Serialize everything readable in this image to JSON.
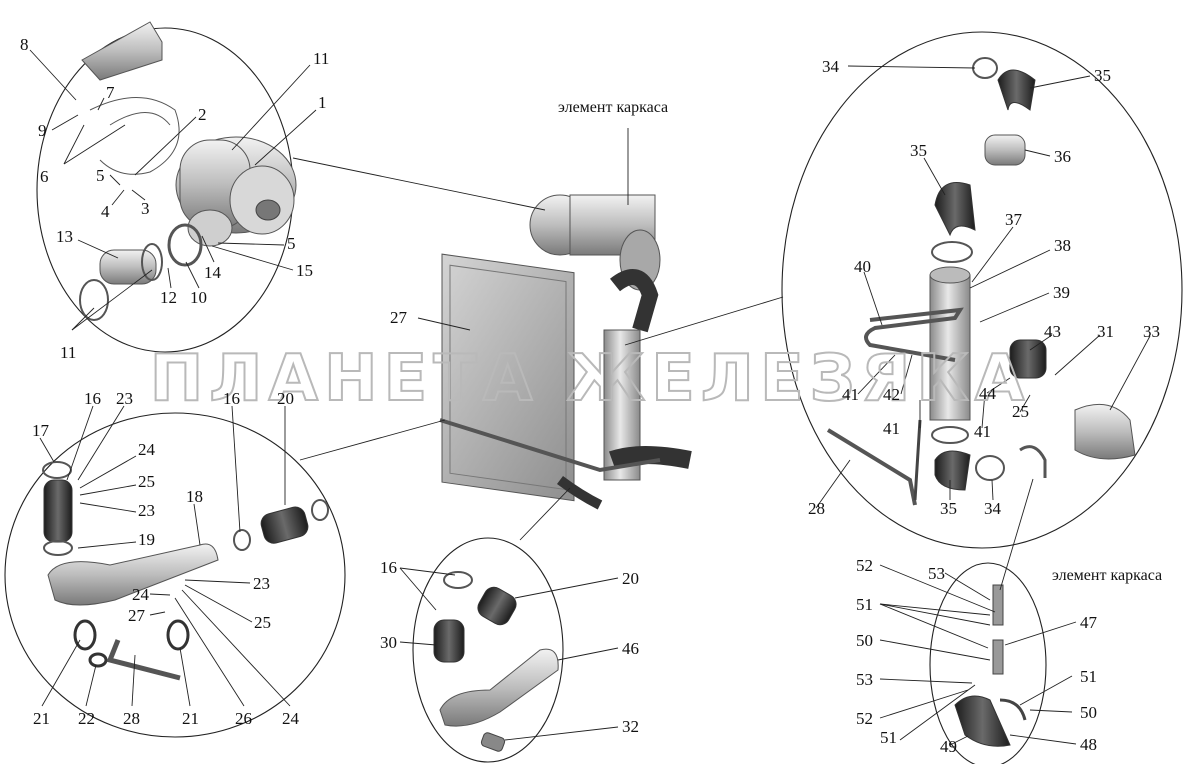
{
  "captions": {
    "frame_top": "элемент каркаса",
    "frame_right": "элемент каркаса"
  },
  "watermark": "ПЛАНЕТА ЖЕЛЕЗЯКА",
  "labels": {
    "air_filter": [
      "8",
      "7",
      "9",
      "6",
      "2",
      "5",
      "4",
      "3",
      "11",
      "1",
      "13",
      "14",
      "5",
      "15",
      "12",
      "10",
      "11"
    ],
    "air_duct": [
      "34",
      "35",
      "35",
      "36",
      "37",
      "38",
      "40",
      "39",
      "43",
      "31",
      "33",
      "41",
      "42",
      "44",
      "25",
      "41",
      "41",
      "28",
      "35",
      "34"
    ],
    "cold_pipe": [
      "16",
      "23",
      "17",
      "24",
      "25",
      "23",
      "16",
      "20",
      "18",
      "19",
      "23",
      "24",
      "27",
      "25",
      "21",
      "22",
      "28",
      "21",
      "26",
      "24"
    ],
    "hot_pipe": [
      "16",
      "20",
      "30",
      "46",
      "32"
    ],
    "bracket": [
      "52",
      "53",
      "51",
      "47",
      "50",
      "53",
      "52",
      "51",
      "51",
      "50",
      "49",
      "48"
    ],
    "center": [
      "27"
    ]
  },
  "colors": {
    "line": "#222222",
    "part_dark": "#3a3a3a",
    "part_mid": "#9a9a9a",
    "part_light": "#d6d6d6",
    "watermark": "#b9b9b9"
  }
}
